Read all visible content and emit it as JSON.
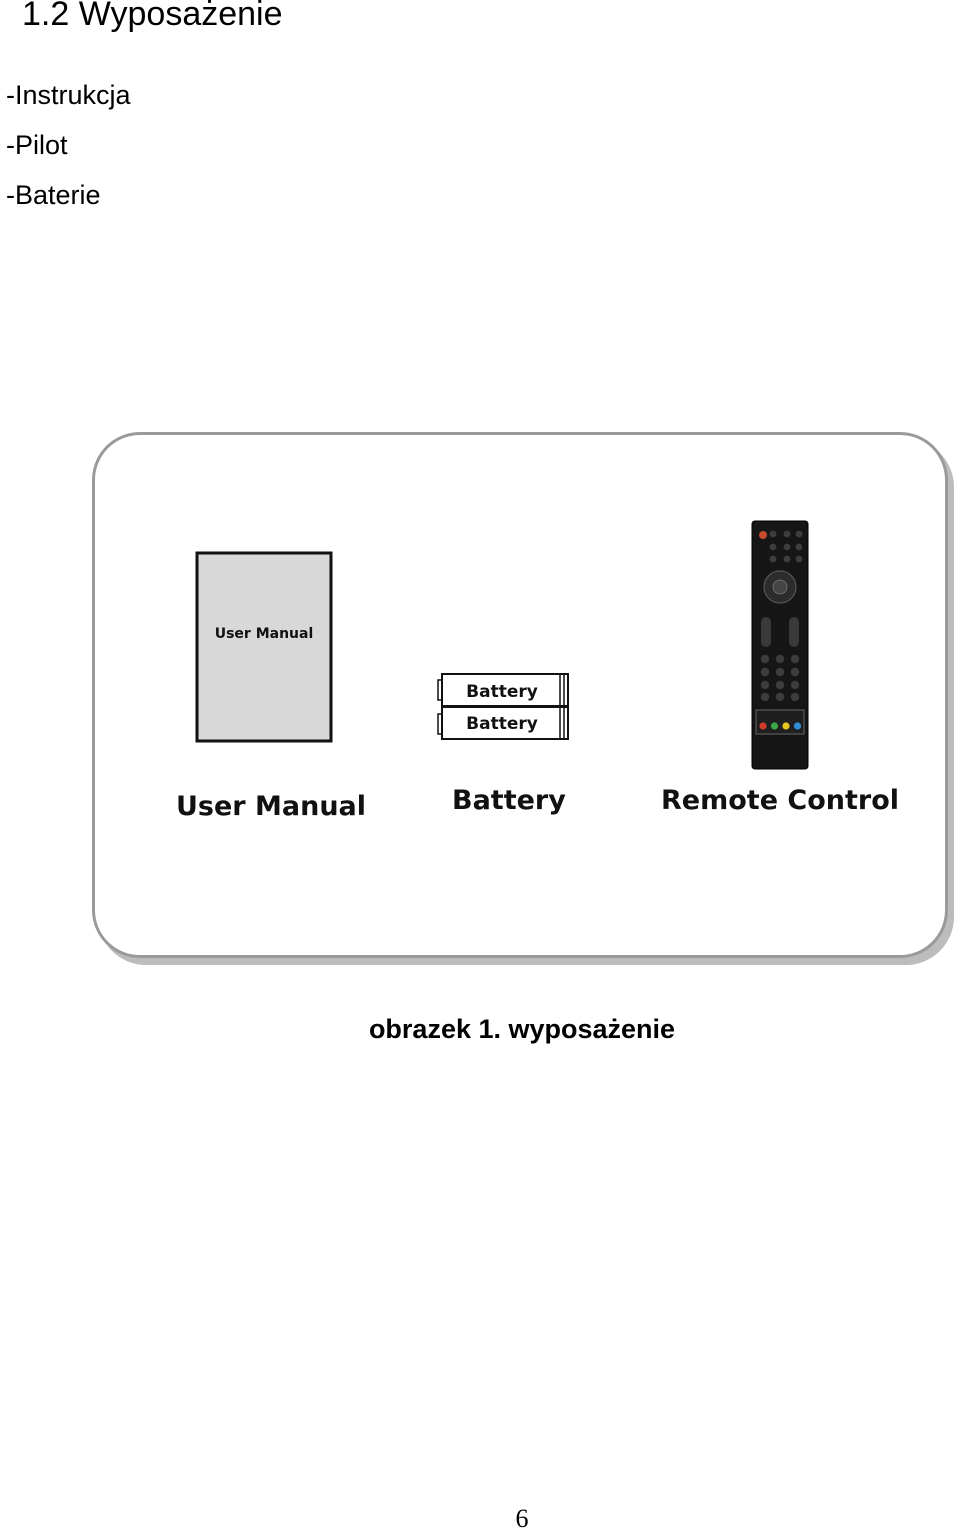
{
  "section": {
    "title": "1.2 Wyposażenie",
    "items": [
      "-Instrukcja",
      "-Pilot",
      "-Baterie"
    ]
  },
  "figure": {
    "manual": {
      "cover_text": "User Manual",
      "label": "User Manual"
    },
    "battery": {
      "cell_labels": [
        "Battery",
        "Battery"
      ],
      "label": "Battery"
    },
    "remote": {
      "label": "Remote Control",
      "color_keys": [
        "#d23b2a",
        "#3aa846",
        "#e6c51f",
        "#2f8fd6"
      ]
    },
    "caption": "obrazek 1. wyposażenie"
  },
  "page_number": "6"
}
